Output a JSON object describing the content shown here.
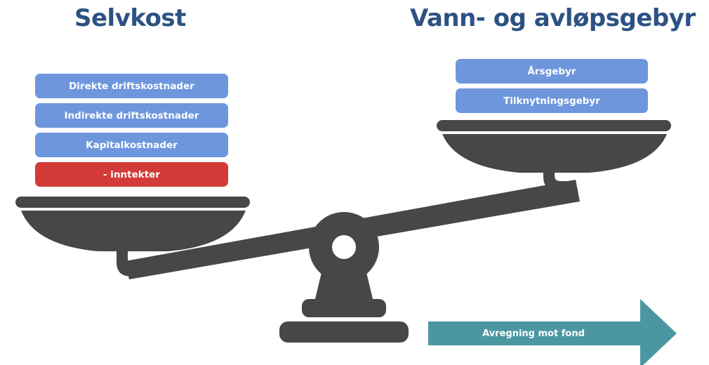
{
  "titles": {
    "left": "Selvkost",
    "right": "Vann- og avløpsgebyr"
  },
  "left_pan": {
    "items": [
      {
        "label": "Direkte driftskostnader",
        "kind": "cost"
      },
      {
        "label": "Indirekte driftskostnader",
        "kind": "cost"
      },
      {
        "label": "Kapitalkostnader",
        "kind": "cost"
      },
      {
        "label": "- inntekter",
        "kind": "income"
      }
    ]
  },
  "right_pan": {
    "items": [
      {
        "label": "Årsgebyr"
      },
      {
        "label": "Tilknytningsgebyr"
      }
    ]
  },
  "arrow": {
    "label": "Avregning mot fond"
  },
  "colors": {
    "title": "#2c5283",
    "block_blue": "#6d96dd",
    "block_red": "#d23b38",
    "scale": "#474747",
    "arrow": "#4a97a2"
  }
}
